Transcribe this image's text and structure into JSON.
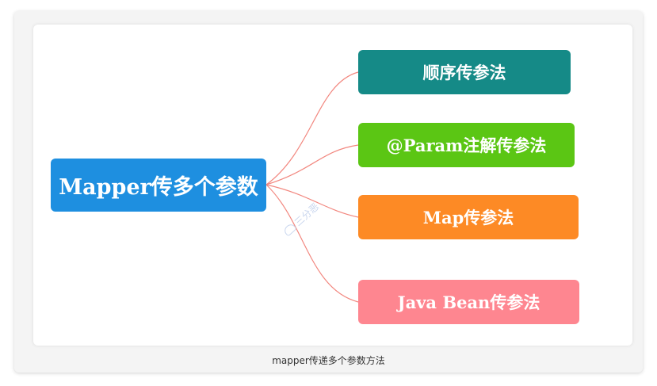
{
  "diagram": {
    "root": {
      "label": "Mapper传多个参数",
      "color": "#1e8fe0"
    },
    "branches": [
      {
        "label": "顺序传参法",
        "color": "#158a87"
      },
      {
        "label": "@Param注解传参法",
        "color": "#5bc614"
      },
      {
        "label": "Map传参法",
        "color": "#fd8a25"
      },
      {
        "label": "Java Bean传参法",
        "color": "#fe8690"
      }
    ],
    "link_color": "#f2877f"
  },
  "watermark": {
    "text": "三分恶"
  },
  "caption": "mapper传递多个参数方法"
}
